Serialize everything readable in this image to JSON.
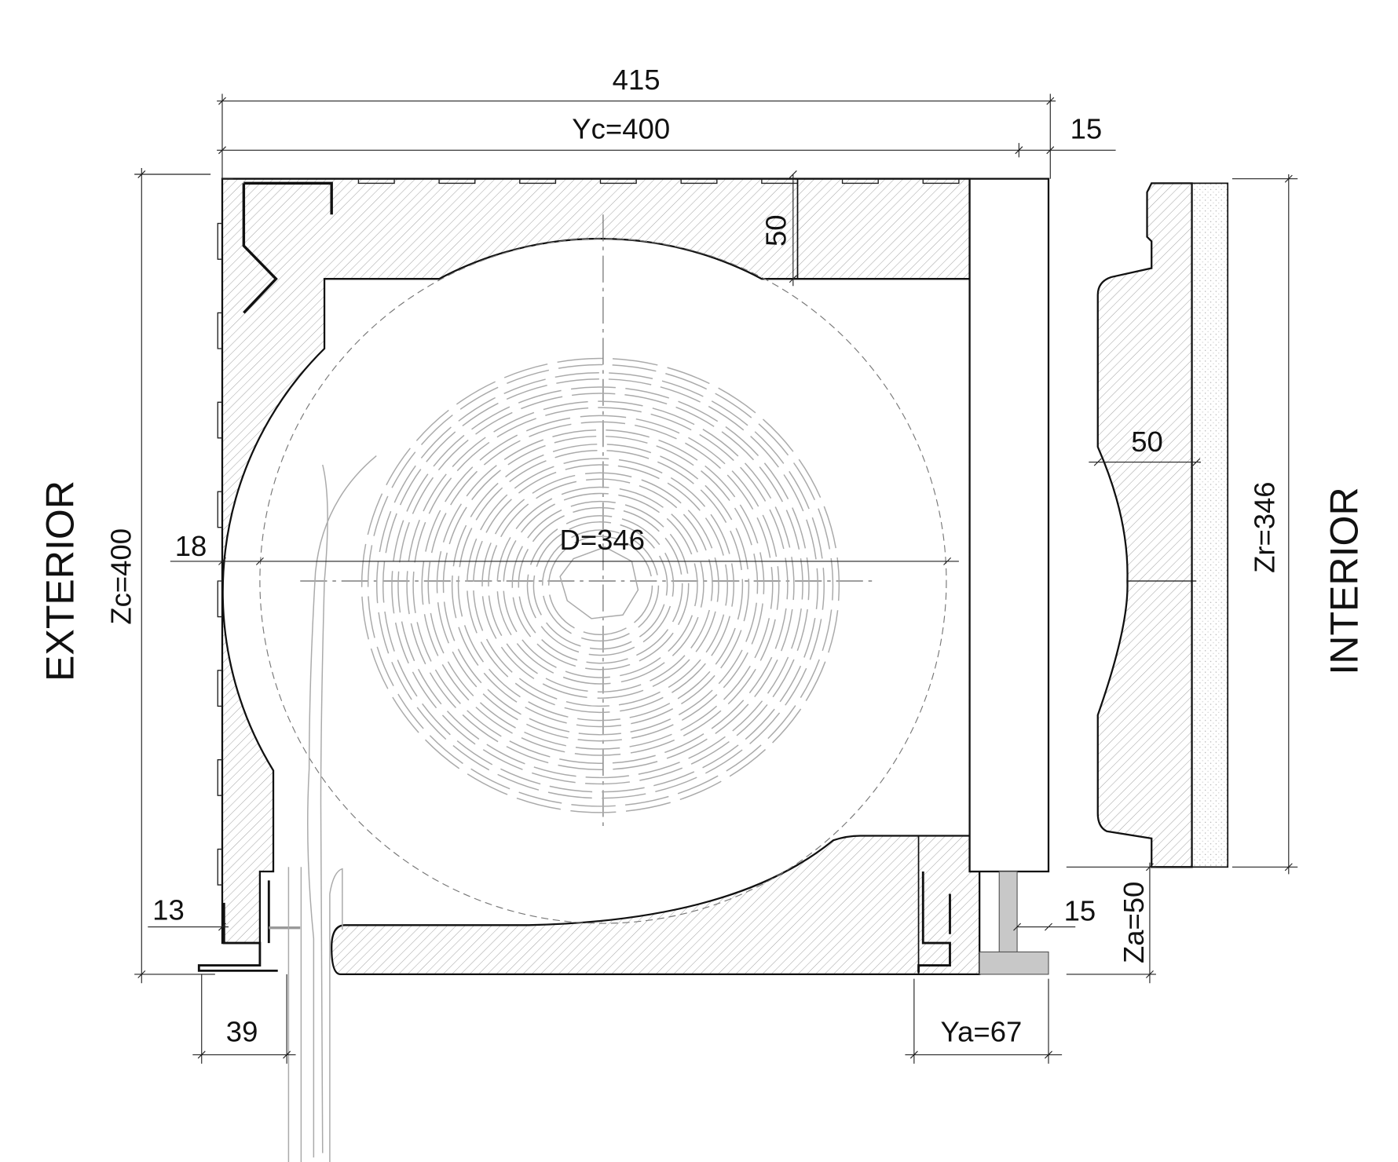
{
  "drawing": {
    "side_labels": {
      "exterior": "EXTERIOR",
      "interior": "INTERIOR"
    },
    "dimensions": {
      "total_width": "415",
      "yc": "Yc=400",
      "right_offset_top": "15",
      "zc": "Zc=400",
      "top_slab": "50",
      "left_offset": "18",
      "roll_diameter": "D=346",
      "bottom_left": "13",
      "guide_width": "39",
      "ya": "Ya=67",
      "right_offset_bottom": "15",
      "za": "Za=50",
      "zr": "Zr=346",
      "panel_thickness": "50"
    },
    "colors": {
      "line": "#111111",
      "hatch": "#9a9a9a",
      "slat": "#aaaaaa",
      "profile_fill": "#c8c8c8"
    }
  }
}
